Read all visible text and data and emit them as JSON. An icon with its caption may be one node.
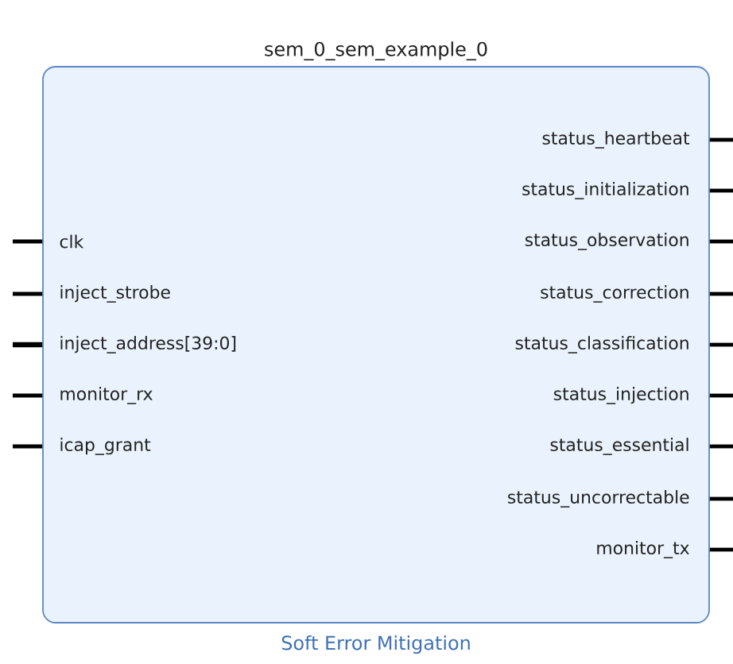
{
  "diagram": {
    "nodes": [
      {
        "text": [
          "sem_0_sem_example_0"
        ],
        "beside": [
          "Soft Error Mitigation"
        ]
      }
    ],
    "labels": [
      "status_heartbeat",
      "status_initialization",
      "clk",
      "status_observation",
      "inject_strobe",
      "status_correction",
      "inject_address[39:0]",
      "status_classification",
      "monitor_rx",
      "status_injection",
      "icap_grant",
      "status_essential",
      "status_uncorrectable",
      "monitor_tx"
    ]
  }
}
